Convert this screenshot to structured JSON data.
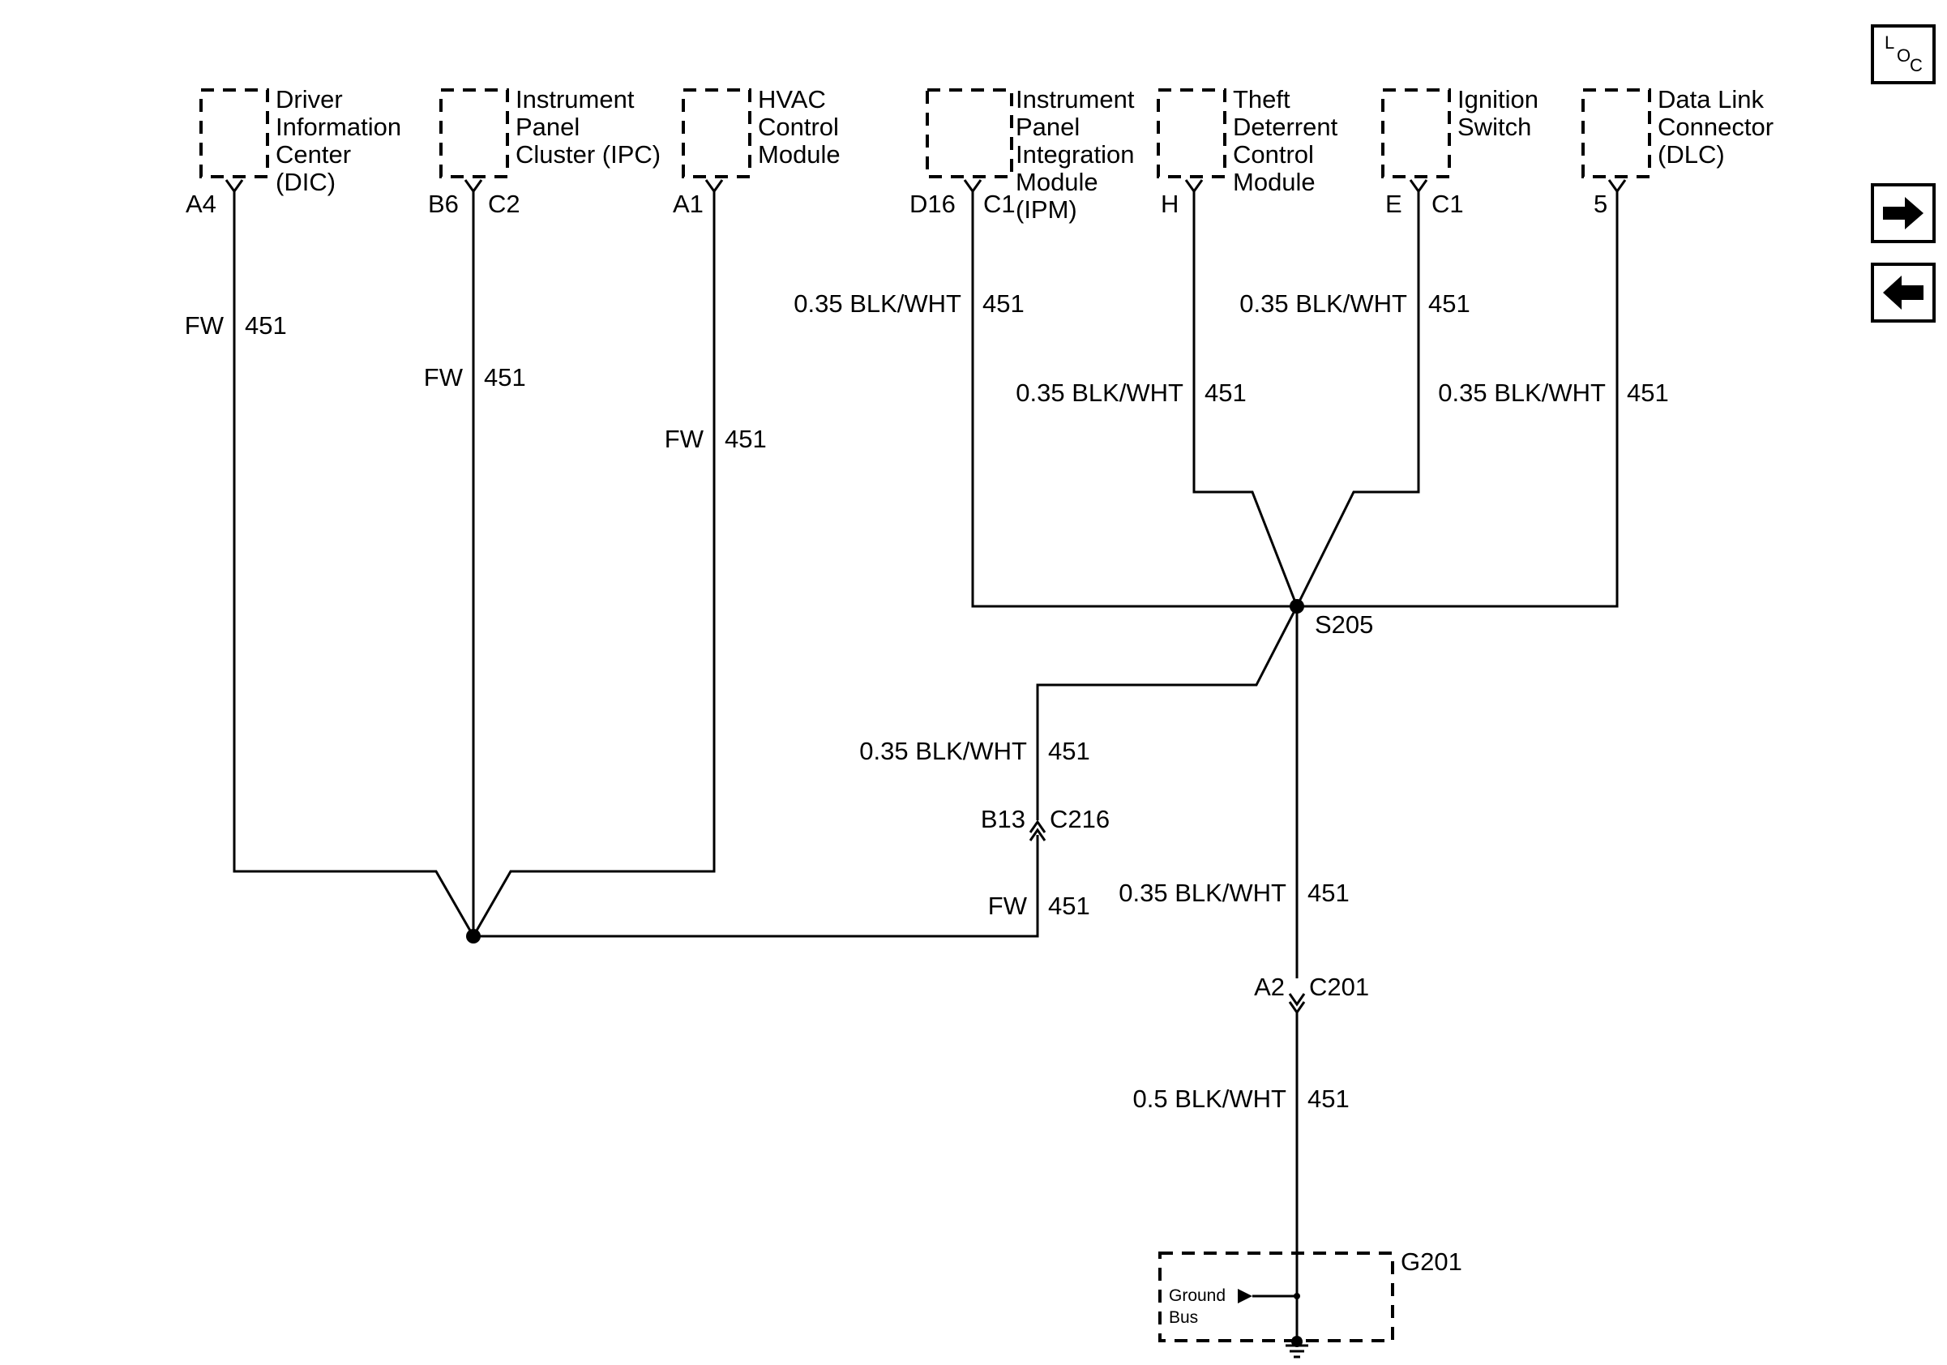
{
  "components": {
    "dic": [
      "Driver",
      "Information",
      "Center",
      "(DIC)"
    ],
    "ipc": [
      "Instrument",
      "Panel",
      "Cluster (IPC)"
    ],
    "hvac": [
      "HVAC",
      "Control",
      "Module"
    ],
    "ipm": [
      "Instrument",
      "Panel",
      "Integration",
      "Module",
      "(IPM)"
    ],
    "tdcm": [
      "Theft",
      "Deterrent",
      "Control",
      "Module"
    ],
    "ign": [
      "Ignition",
      "Switch"
    ],
    "dlc": [
      "Data Link",
      "Connector",
      "(DLC)"
    ]
  },
  "pins": {
    "dic": "A4",
    "ipc": "B6",
    "ipc_conn": "C2",
    "hvac": "A1",
    "ipm": "D16",
    "ipm_conn": "C1",
    "tdcm": "H",
    "ign": "E",
    "ign_conn": "C1",
    "dlc": "5"
  },
  "wires": {
    "dic": [
      "FW",
      "451"
    ],
    "ipc": [
      "FW",
      "451"
    ],
    "hvac": [
      "FW",
      "451"
    ],
    "ipm": [
      "0.35 BLK/WHT",
      "451"
    ],
    "tdcm": [
      "0.35 BLK/WHT",
      "451"
    ],
    "ign": [
      "0.35 BLK/WHT",
      "451"
    ],
    "dlc": [
      "0.35 BLK/WHT",
      "451"
    ],
    "to_c216": [
      "0.35 BLK/WHT",
      "451"
    ],
    "c216_fw": [
      "FW",
      "451"
    ],
    "s205_down": [
      "0.35 BLK/WHT",
      "451"
    ],
    "c201_down": [
      "0.5 BLK/WHT",
      "451"
    ]
  },
  "splice": "S205",
  "connectors": {
    "c216": {
      "pin": "B13",
      "name": "C216"
    },
    "c201": {
      "pin": "A2",
      "name": "C201"
    }
  },
  "ground": {
    "name": "G201",
    "bus": [
      "Ground",
      "Bus"
    ]
  },
  "nav": {
    "loc": {
      "l": "L",
      "o": "O",
      "c": "C"
    },
    "forward": "right-arrow-icon",
    "back": "left-arrow-icon"
  }
}
